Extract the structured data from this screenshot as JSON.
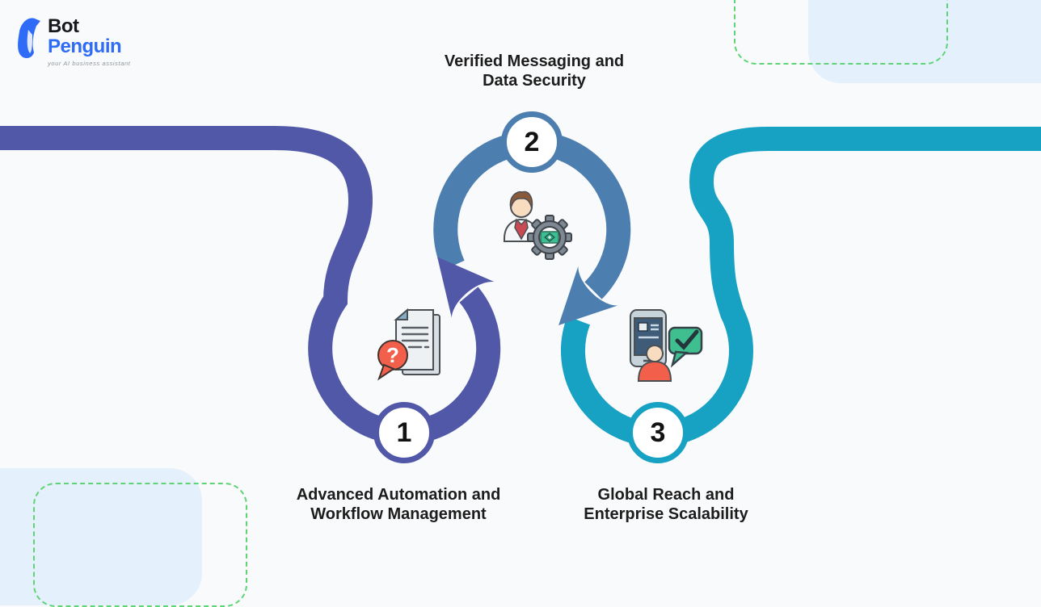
{
  "brand": {
    "name_line1": "Bot",
    "name_line2": "Penguin",
    "tagline": "your AI business assistant"
  },
  "steps": [
    {
      "number": "1",
      "label_lines": [
        "Advanced Automation and",
        "Workflow Management"
      ],
      "icon": "document-question-icon",
      "accent_color": "#5158A7"
    },
    {
      "number": "2",
      "label_lines": [
        "Verified Messaging and",
        "Data Security"
      ],
      "icon": "user-gear-money-icon",
      "accent_color": "#4C7EAF"
    },
    {
      "number": "3",
      "label_lines": [
        "Global Reach and",
        "Enterprise Scalability"
      ],
      "icon": "phone-user-check-icon",
      "accent_color": "#17A1C3"
    }
  ],
  "colors": {
    "flow_purple": "#5158A7",
    "flow_steel_blue": "#4C7EAF",
    "flow_teal": "#17A1C3",
    "decoration_light_blue": "#E4F0FC",
    "decoration_dashed_green": "#5FD474",
    "background": "#F9FAFB",
    "label_text": "#1C1C1C",
    "brand_blue": "#2E6BF6"
  }
}
